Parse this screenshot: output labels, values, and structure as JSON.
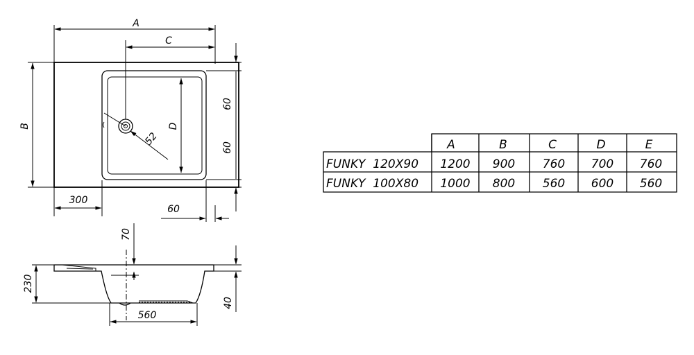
{
  "plan_view": {
    "dimensions": {
      "a": "A",
      "b": "B",
      "c": "C",
      "d": "D",
      "radius": "52",
      "offset_top": "60",
      "offset_mid": "60",
      "offset_left": "300",
      "offset_right": "60"
    }
  },
  "side_view": {
    "dimensions": {
      "depth_drain": "70",
      "height": "230",
      "width_bottom": "560",
      "rim": "40"
    }
  },
  "spec_table": {
    "headers": [
      "",
      "A",
      "B",
      "C",
      "D",
      "E"
    ],
    "rows": [
      [
        "FUNKY  120X90",
        "1200",
        "900",
        "760",
        "700",
        "760"
      ],
      [
        "FUNKY  100X80",
        "1000",
        "800",
        "560",
        "600",
        "560"
      ]
    ]
  },
  "colors": {
    "line": "#000000",
    "background": "#ffffff"
  }
}
